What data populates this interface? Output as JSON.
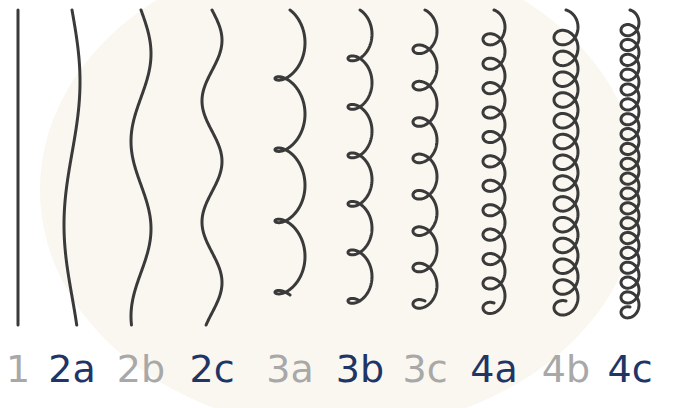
{
  "diagram": {
    "labels": [
      "1",
      "2a",
      "2b",
      "2c",
      "3a",
      "3b",
      "3c",
      "4a",
      "4b",
      "4c"
    ]
  }
}
